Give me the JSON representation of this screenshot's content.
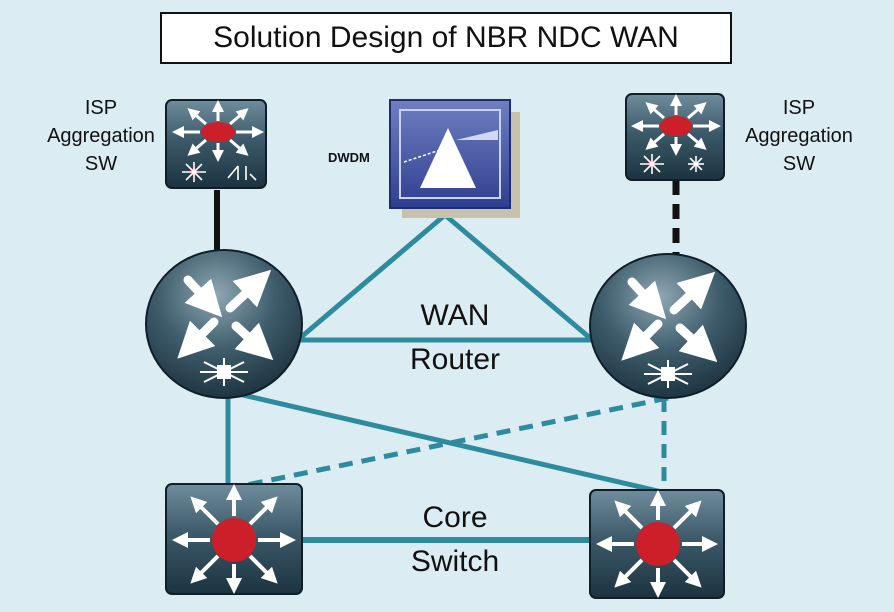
{
  "title": "Solution Design of NBR NDC WAN",
  "labels": {
    "isp_left": [
      "ISP",
      "Aggregation",
      "SW"
    ],
    "isp_right": [
      "ISP",
      "Aggregation",
      "SW"
    ],
    "dwdm": "DWDM",
    "wan_router": [
      "WAN",
      "Router"
    ],
    "core_switch": [
      "Core",
      "Switch"
    ]
  },
  "colors": {
    "background": "#dbecf3",
    "link": "#2e8b9e",
    "uplink": "#111111",
    "device": "#27404f",
    "center_dot": "#cc1f2a"
  },
  "icons": {
    "isp_switch": "multilayer-switch-icon",
    "dwdm": "dwdm-optical-icon",
    "wan_router": "router-icon",
    "core_switch": "core-switch-icon"
  }
}
